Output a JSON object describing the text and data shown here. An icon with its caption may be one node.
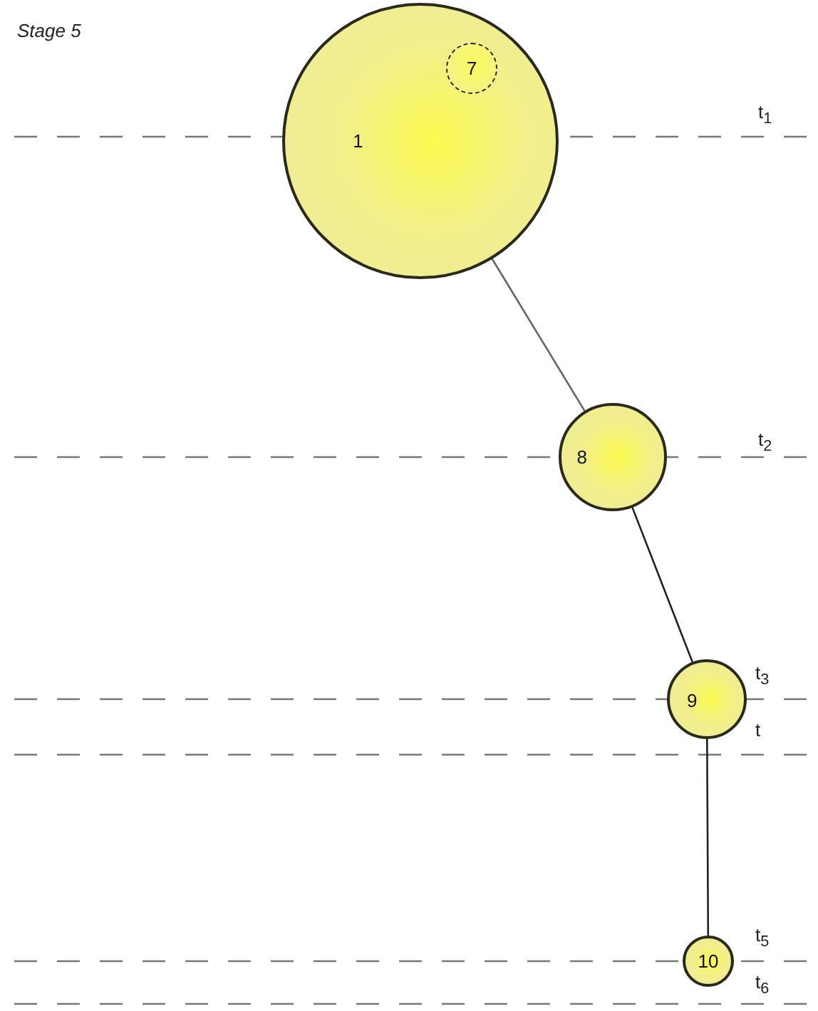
{
  "diagram": {
    "title": "Stage 5",
    "nodes": [
      {
        "text": [
          "1"
        ]
      },
      {
        "text": [
          "7"
        ],
        "in": 0
      },
      {
        "text": [
          "8"
        ]
      },
      {
        "text": [
          "9"
        ]
      },
      {
        "text": [
          "10"
        ]
      }
    ],
    "edges": [
      {
        "from": 0,
        "to": 2,
        "arrow": "none"
      },
      {
        "from": 2,
        "to": 3,
        "arrow": "none"
      },
      {
        "from": 3,
        "to": 4,
        "arrow": "none"
      }
    ],
    "labels": [
      "t$_{1}$",
      "t$_{2}$",
      "t$_{3}$",
      "t",
      "t$_{5}$",
      "t$_{6}$"
    ]
  }
}
